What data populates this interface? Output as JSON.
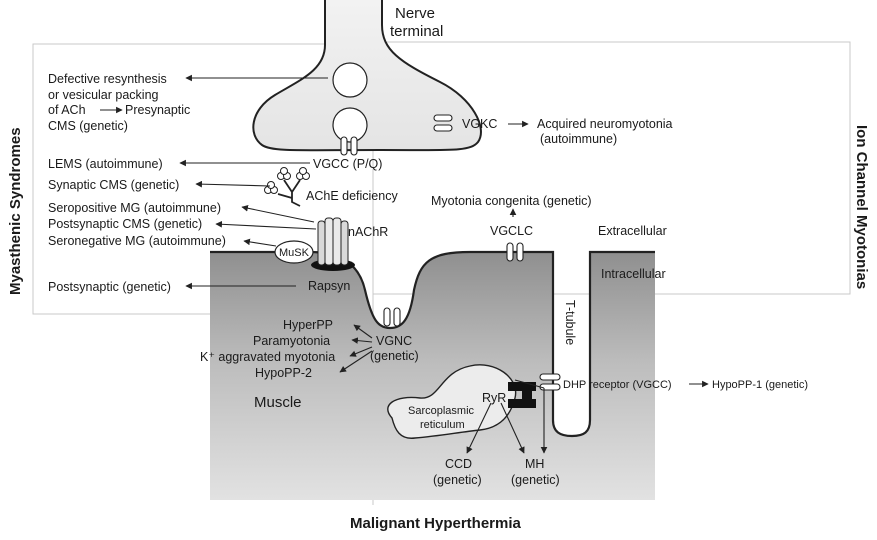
{
  "labels": {
    "nerve_terminal_1": "Nerve",
    "nerve_terminal_2": "terminal",
    "defective_1": "Defective resynthesis",
    "defective_2": "or vesicular packing",
    "defective_3a": "of ACh",
    "defective_3b": "Presynaptic",
    "defective_4": "CMS (genetic)",
    "vgkc": "VGKC",
    "neuromyotonia_1": "Acquired neuromyotonia",
    "neuromyotonia_2": "(autoimmune)",
    "lems": "LEMS (autoimmune)",
    "vgcc_pq": "VGCC (P/Q)",
    "synaptic_cms": "Synaptic CMS (genetic)",
    "ache_def": "AChE deficiency",
    "seropositive_mg": "Seropositive MG (autoimmune)",
    "postsynaptic_cms": "Postsynaptic CMS (genetic)",
    "seronegative_mg": "Seronegative MG (autoimmune)",
    "nachr": "nAChR",
    "musk": "MuSK",
    "myotonia_congenita": "Myotonia congenita (genetic)",
    "vgclc": "VGCLC",
    "extracellular": "Extracellular",
    "intracellular": "Intracellular",
    "postsynaptic_genetic": "Postsynaptic (genetic)",
    "rapsyn": "Rapsyn",
    "ttubule": "T-tubule",
    "hyperpp": "HyperPP",
    "paramyotonia": "Paramyotonia",
    "k_aggravated": "K⁺ aggravated myotonia",
    "hypopp2": "HypoPP-2",
    "vgnc_1": "VGNC",
    "vgnc_2": "(genetic)",
    "dhp": "DHP receptor (VGCC)",
    "hypopp1": "HypoPP-1 (genetic)",
    "muscle": "Muscle",
    "ryr": "RyR",
    "sarco_1": "Sarcoplasmic",
    "sarco_2": "reticulum",
    "ccd_1": "CCD",
    "ccd_2": "(genetic)",
    "mh_1": "MH",
    "mh_2": "(genetic)",
    "myasthenic": "Myasthenic Syndromes",
    "ion_channel": "Ion Channel Myotonias",
    "malignant": "Malignant Hyperthermia"
  },
  "colors": {
    "ink": "#1a1a1a",
    "muscle_top": "#8f8f8f",
    "muscle_bottom": "#d8d8d8",
    "box_border": "#c9c9c9"
  }
}
